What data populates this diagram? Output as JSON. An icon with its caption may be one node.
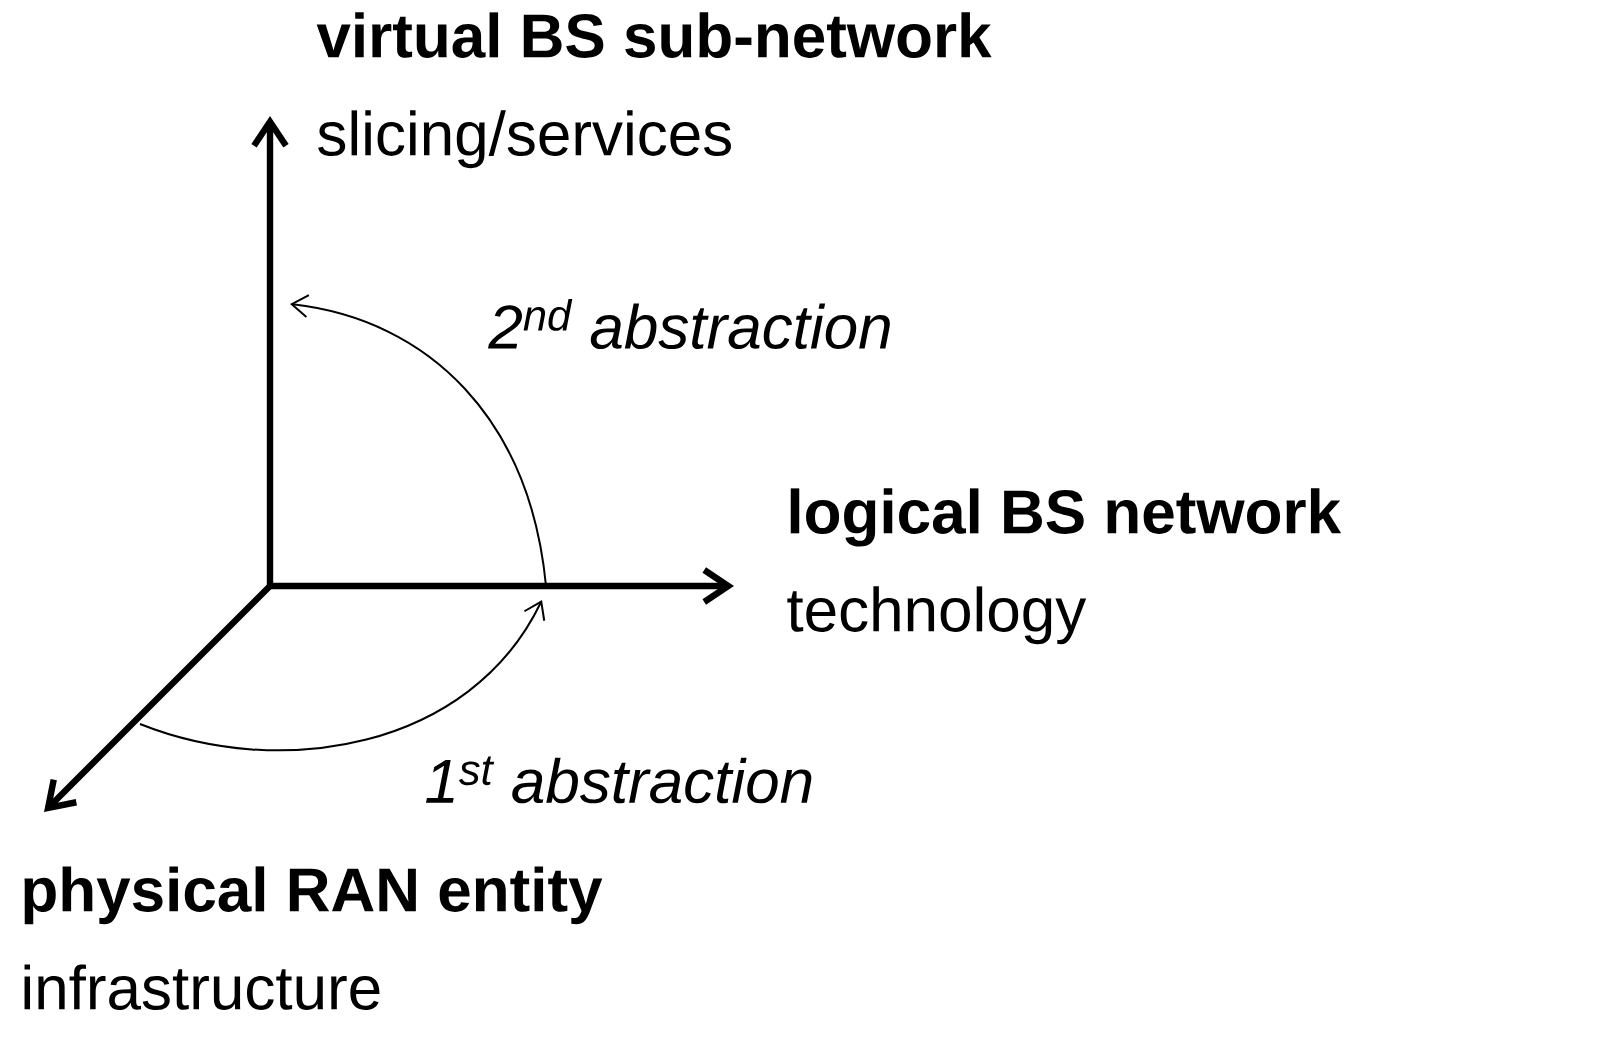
{
  "diagram": {
    "nodes": [
      {
        "text": [
          "virtual BS sub-network",
          "slicing/services"
        ]
      },
      {
        "text": [
          "logical BS network",
          "technology"
        ]
      },
      {
        "text": [
          "physical RAN entity",
          "infrastructure"
        ]
      }
    ],
    "labels": [
      "2$^{nd}$ abstraction",
      "1$^{st}$ abstraction"
    ]
  }
}
